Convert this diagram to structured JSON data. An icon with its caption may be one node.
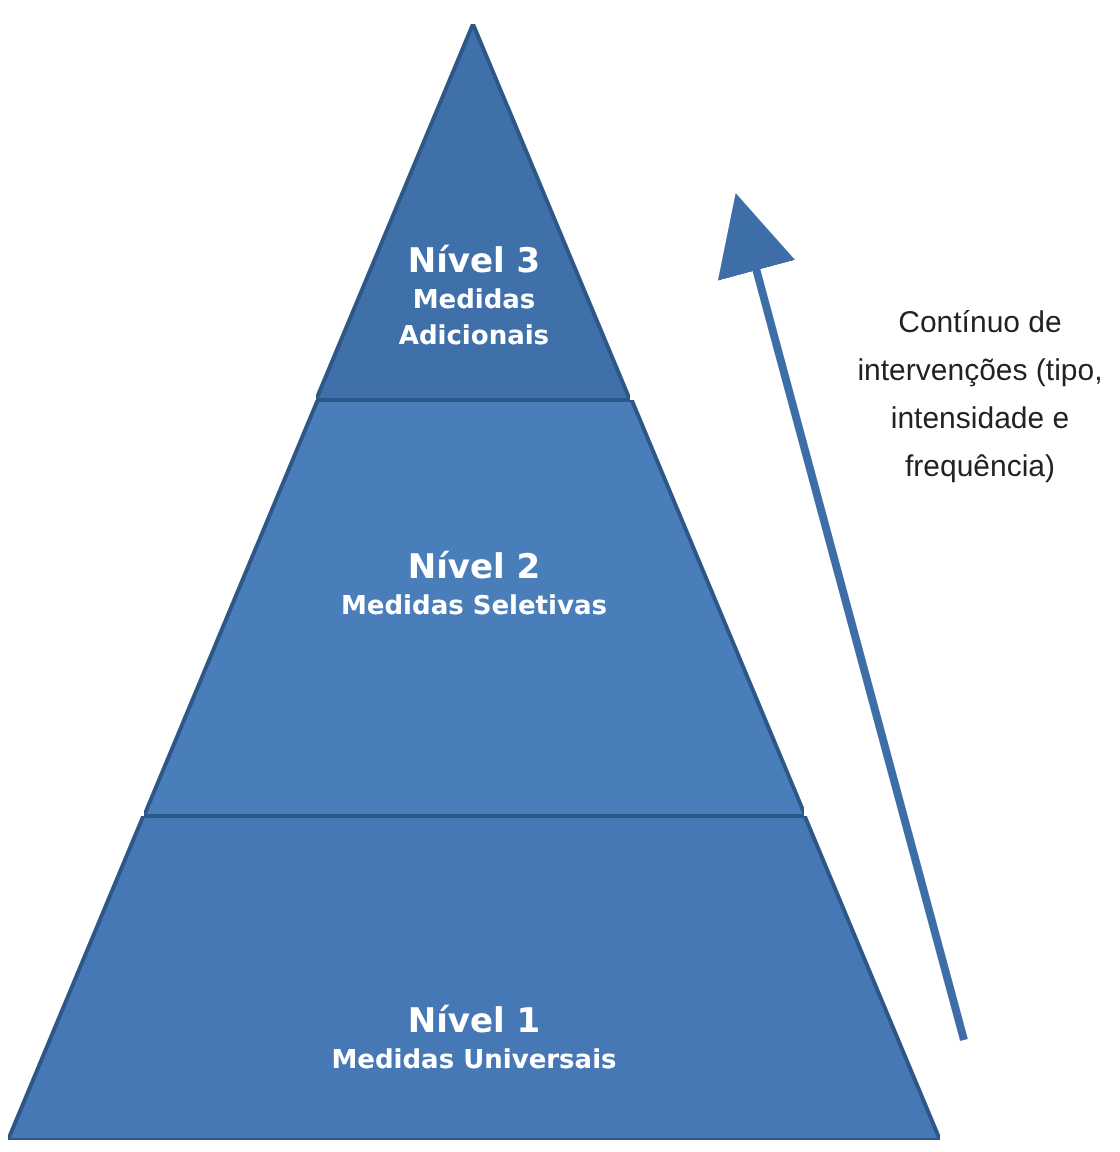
{
  "diagram": {
    "nodes": [
      {
        "text": [
          "Nível 3",
          "Medidas Adicionais"
        ]
      },
      {
        "text": [
          "Nível 2",
          "Medidas Seletivas"
        ]
      },
      {
        "text": [
          "Nível 1",
          "Medidas Universais"
        ]
      }
    ],
    "labels": [
      "Contínuo de intervenções (tipo, intensidade e frequência)"
    ]
  }
}
